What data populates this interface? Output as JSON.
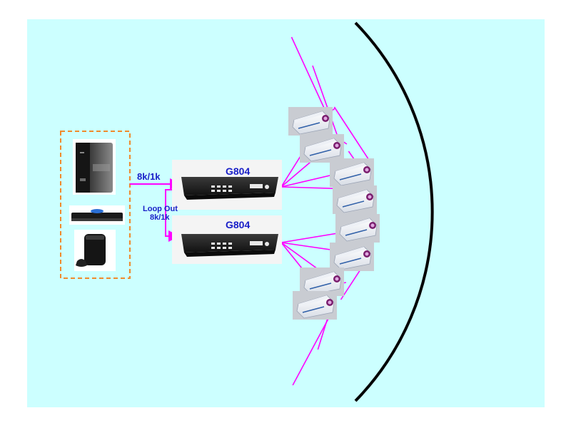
{
  "colors": {
    "background": "#ccffff",
    "signal_line": "#ff00ff",
    "label": "#1a20c8",
    "source_frame": "#f08a2c",
    "screen_arc": "#000000"
  },
  "labels": {
    "input_rate": "8k/1k",
    "loop_out_title": "Loop Out",
    "loop_out_rate": "8k/1k"
  },
  "processors": [
    {
      "name": "G804"
    },
    {
      "name": "G804"
    }
  ],
  "sources": [
    {
      "name": "media-server-icon"
    },
    {
      "name": "blu-ray-player-icon"
    },
    {
      "name": "game-console-icon"
    }
  ],
  "projector_count": 8
}
